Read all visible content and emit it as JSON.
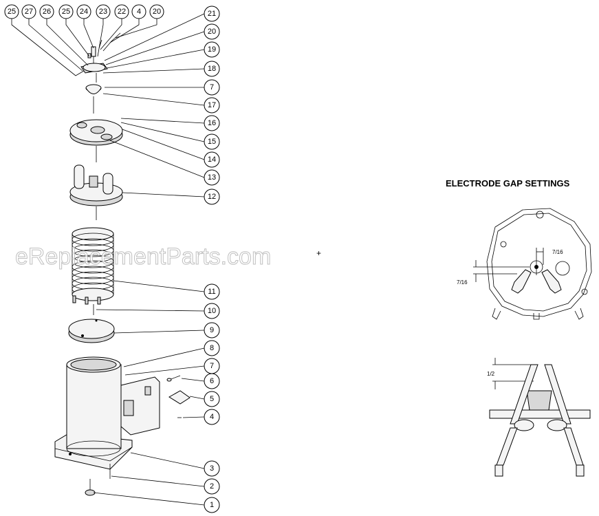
{
  "watermark": "eReplacementParts.com",
  "gap_settings": {
    "heading": "ELECTRODE GAP SETTINGS",
    "dim_top_view": "7/16",
    "dim_side_view": "7/16",
    "dim_elevation": "1/2"
  },
  "callouts_top_row": [
    "25",
    "27",
    "26",
    "25",
    "24",
    "23",
    "22",
    "4",
    "20"
  ],
  "callouts_right_column": [
    "21",
    "20",
    "19",
    "18",
    "7",
    "17",
    "16",
    "15",
    "14",
    "13",
    "12",
    "11",
    "10",
    "9",
    "8",
    "7",
    "6",
    "5",
    "4",
    "3",
    "2",
    "1"
  ]
}
